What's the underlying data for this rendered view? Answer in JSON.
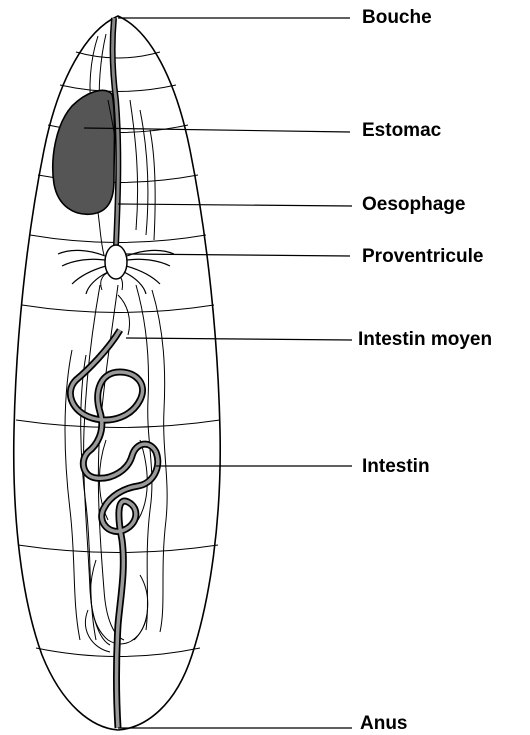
{
  "labels": {
    "bouche": "Bouche",
    "estomac": "Estomac",
    "oesophage": "Oesophage",
    "proventricule": "Proventricule",
    "intestin_moyen": "Intestin moyen",
    "intestin": "Intestin",
    "anus": "Anus"
  },
  "colors": {
    "outline": "#000000",
    "stomach_fill": "#555555",
    "background": "#ffffff"
  }
}
